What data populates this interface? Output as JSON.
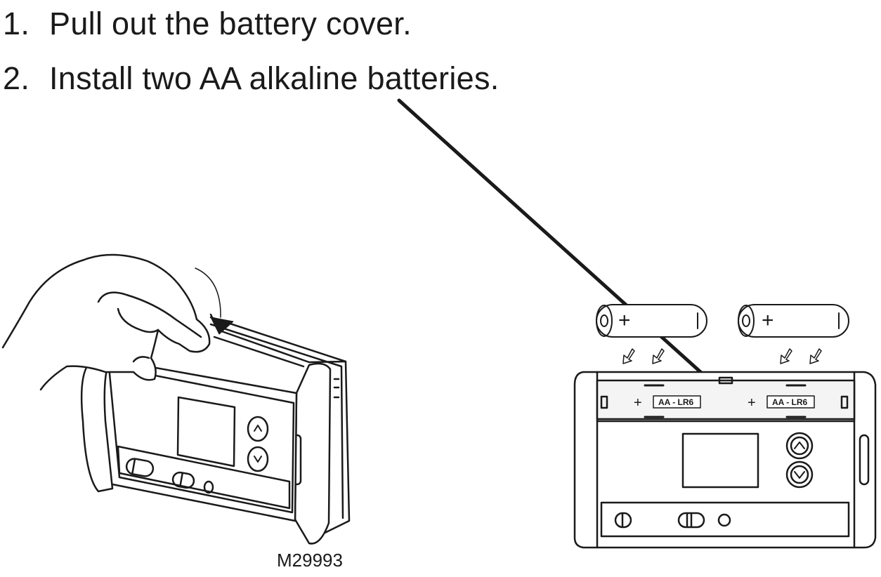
{
  "steps": [
    {
      "number": "1.",
      "text": "Pull out the battery cover."
    },
    {
      "number": "2.",
      "text": "Install two AA alkaline batteries."
    }
  ],
  "figure_code": "M29993",
  "battery_label": "AA - LR6",
  "plus_symbol": "+",
  "colors": {
    "ink": "#1a1a1a",
    "background": "#ffffff",
    "panel": "#f4f4f4"
  }
}
